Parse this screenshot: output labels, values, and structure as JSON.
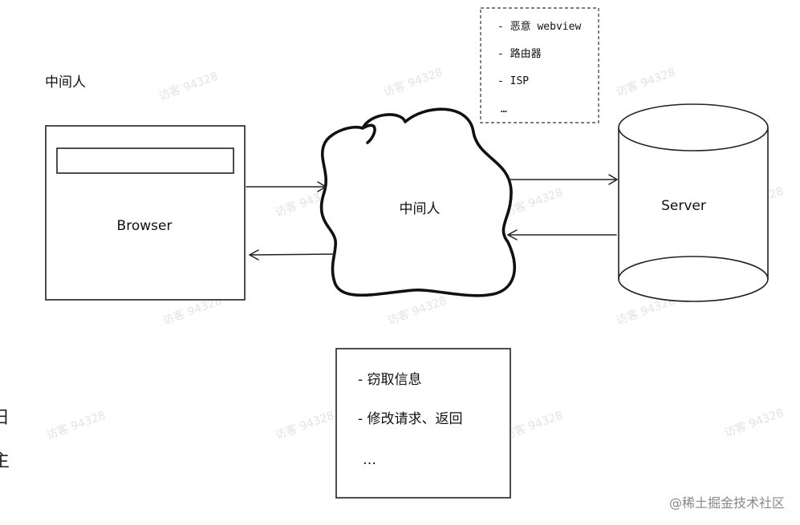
{
  "diagram": {
    "top_left_label": "中间人",
    "browser_label": "Browser",
    "cloud_label": "中间人",
    "server_label": "Server",
    "mitm_sources": [
      "- 恶意 webview",
      "- 路由器",
      "- ISP",
      "…"
    ],
    "actions": [
      "- 窃取信息",
      "- 修改请求、返回",
      "…"
    ],
    "left_edge_chars": [
      "日",
      "主"
    ],
    "watermark_text": "访客 94328",
    "footer_credit": "@稀土掘金技术社区"
  }
}
